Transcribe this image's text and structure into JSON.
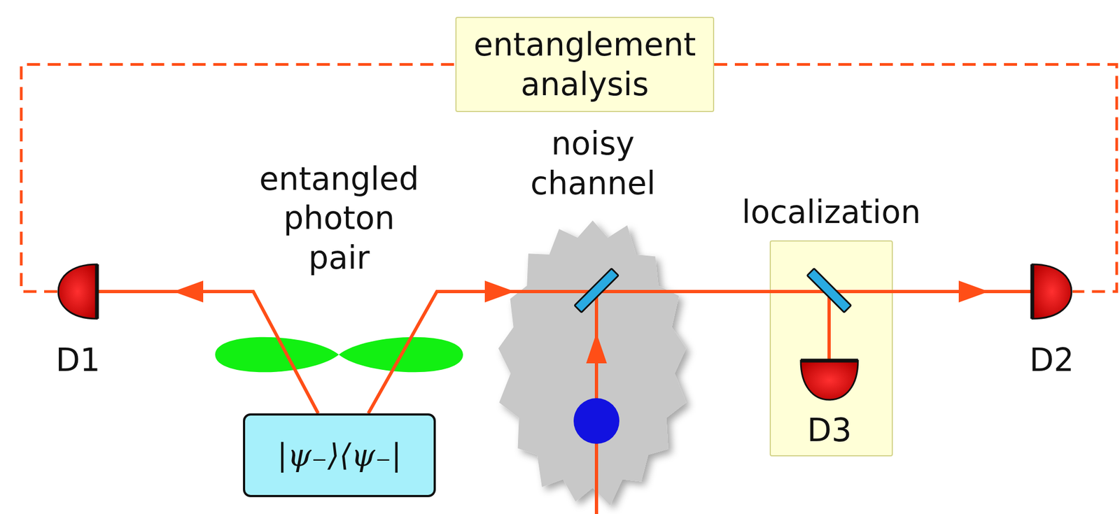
{
  "diagram": {
    "nodes": [
      {
        "text": [
          "entanglement analysis"
        ]
      },
      {
        "text": [
          "D1"
        ]
      },
      {
        "text": [
          "entangled photon pair"
        ]
      },
      {
        "text": [
          "|ψ₋⟩⟨ψ₋|"
        ]
      },
      {
        "text": [
          "noisy channel"
        ]
      },
      {
        "text": [
          "localization"
        ]
      },
      {
        "text": [
          "D3"
        ],
        "in": 5
      },
      {
        "text": [
          "D2"
        ]
      }
    ],
    "edges": [
      {
        "from": 3,
        "to": 1,
        "arrow": "to"
      },
      {
        "from": 3,
        "to": 4,
        "arrow": "to"
      },
      {
        "from": 4,
        "to": 5,
        "arrow": "none"
      },
      {
        "from": 5,
        "to": 7,
        "arrow": "to"
      },
      {
        "from": 1,
        "to": 0,
        "arrow": "none"
      },
      {
        "from": 0,
        "to": 7,
        "arrow": "none"
      }
    ]
  }
}
